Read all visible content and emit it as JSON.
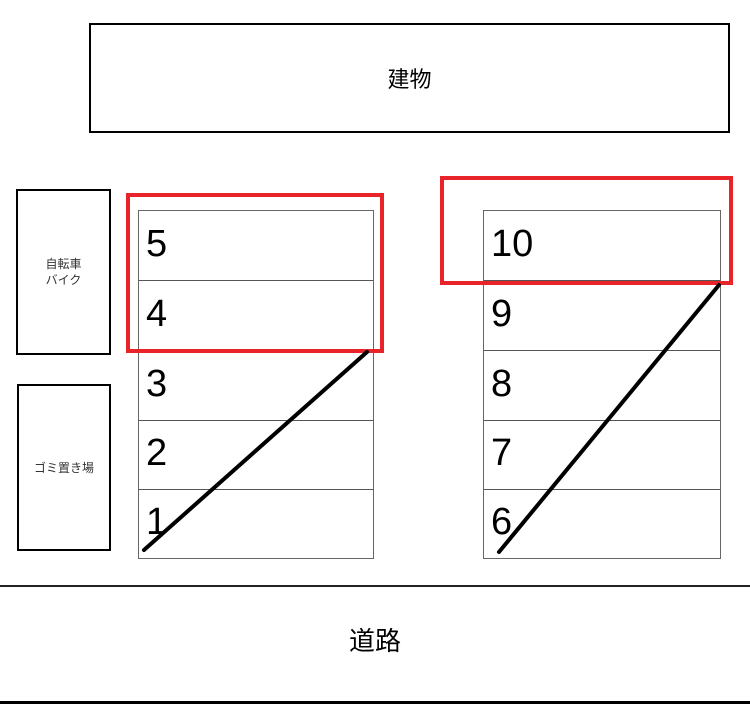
{
  "diagram": {
    "building": {
      "label": "建物"
    },
    "bike_area": {
      "line1": "自転車",
      "line2": "バイク"
    },
    "trash_area": {
      "label": "ゴミ置き場"
    },
    "road": {
      "label": "道路"
    },
    "left_lot": {
      "slots": [
        {
          "number": "5",
          "highlighted": true,
          "crossed": false
        },
        {
          "number": "4",
          "highlighted": true,
          "crossed": false
        },
        {
          "number": "3",
          "highlighted": false,
          "crossed": true
        },
        {
          "number": "2",
          "highlighted": false,
          "crossed": true
        },
        {
          "number": "1",
          "highlighted": false,
          "crossed": true
        }
      ]
    },
    "right_lot": {
      "slots": [
        {
          "number": "10",
          "highlighted": true,
          "crossed": false
        },
        {
          "number": "9",
          "highlighted": false,
          "crossed": true
        },
        {
          "number": "8",
          "highlighted": false,
          "crossed": true
        },
        {
          "number": "7",
          "highlighted": false,
          "crossed": true
        },
        {
          "number": "6",
          "highlighted": false,
          "crossed": true
        }
      ]
    },
    "colors": {
      "highlight": "#e8232a",
      "cross_line": "#000000",
      "border": "#000000"
    }
  }
}
